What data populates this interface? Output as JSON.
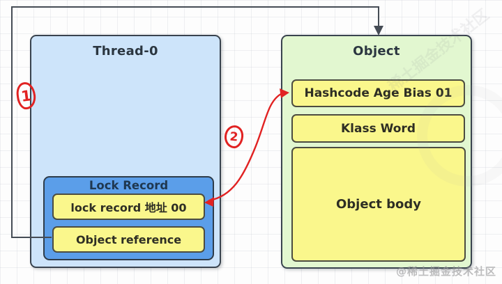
{
  "diagram": {
    "thread_box": {
      "title": "Thread-0",
      "lock_record": {
        "title": "Lock Record",
        "rows": [
          {
            "label": "lock record 地址 00"
          },
          {
            "label": "Object reference"
          }
        ]
      }
    },
    "object_box": {
      "title": "Object",
      "header_rows": [
        {
          "label": "Hashcode Age Bias 01"
        },
        {
          "label": "Klass Word"
        }
      ],
      "body_label": "Object body"
    },
    "annotations": {
      "step_1": "1",
      "step_2": "2"
    },
    "connectors": {
      "black_arrow": "object-reference-to-object",
      "red_arrow": "markword-lockrecord-swap"
    },
    "colors": {
      "thread_fill": "#cde4fa",
      "lock_panel_fill": "#5b9ee9",
      "cell_fill": "#faf78c",
      "object_fill": "#e2f7d0",
      "connector_black": "#454c55",
      "annotation_red": "#e12222"
    }
  },
  "watermark": {
    "corner": "@稀土掘金技术社区",
    "diagonal": "稀土掘金技术社区"
  }
}
